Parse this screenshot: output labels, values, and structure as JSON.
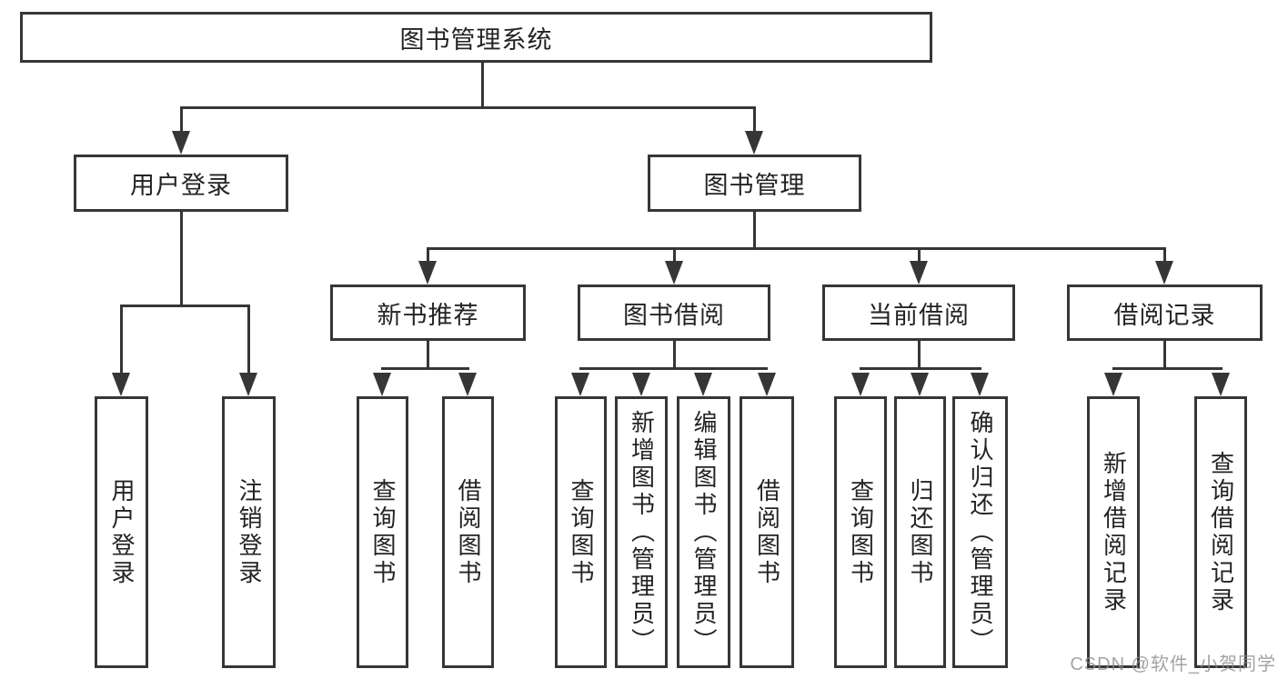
{
  "title": {
    "label": "图书管理系统"
  },
  "level2": [
    {
      "label": "用户登录"
    },
    {
      "label": "图书管理"
    }
  ],
  "level3": [
    {
      "label": "新书推荐"
    },
    {
      "label": "图书借阅"
    },
    {
      "label": "当前借阅"
    },
    {
      "label": "借阅记录"
    }
  ],
  "leaves": {
    "user_login": [
      {
        "label": "用户登录"
      },
      {
        "label": "注销登录"
      }
    ],
    "new_books": [
      {
        "label": "查询图书"
      },
      {
        "label": "借阅图书"
      }
    ],
    "book_borrow": [
      {
        "label": "查询图书"
      },
      {
        "label": "新增图书（管理员）"
      },
      {
        "label": "编辑图书（管理员）"
      },
      {
        "label": "借阅图书"
      }
    ],
    "current_borrow": [
      {
        "label": "查询图书"
      },
      {
        "label": "归还图书"
      },
      {
        "label": "确认归还（管理员）"
      }
    ],
    "borrow_records": [
      {
        "label": "新增借阅记录"
      },
      {
        "label": "查询借阅记录"
      }
    ]
  },
  "watermark": {
    "text": "CSDN @软件_小贺同学"
  },
  "colors": {
    "line": "#363636",
    "text": "#232323",
    "watermark": "#8c8c8c",
    "background": "#ffffff"
  }
}
